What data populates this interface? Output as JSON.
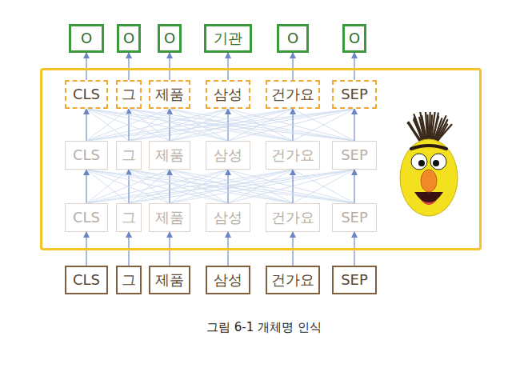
{
  "diagram": {
    "caption": "그림 6-1 개체명 인식",
    "nodes": [
      {
        "text": [
          "O"
        ]
      },
      {
        "text": [
          "O"
        ]
      },
      {
        "text": [
          "O"
        ]
      },
      {
        "text": [
          "기관"
        ]
      },
      {
        "text": [
          "O"
        ]
      },
      {
        "text": [
          "O"
        ]
      },
      {
        "text": []
      },
      {
        "text": [
          "CLS"
        ],
        "in": 6
      },
      {
        "text": [
          "그"
        ],
        "in": 6
      },
      {
        "text": [
          "제품"
        ],
        "in": 6
      },
      {
        "text": [
          "삼성"
        ],
        "in": 6
      },
      {
        "text": [
          "건가요"
        ],
        "in": 6
      },
      {
        "text": [
          "SEP"
        ],
        "in": 6
      },
      {
        "text": [
          "CLS"
        ],
        "in": 6
      },
      {
        "text": [
          "그"
        ],
        "in": 6
      },
      {
        "text": [
          "제품"
        ],
        "in": 6
      },
      {
        "text": [
          "삼성"
        ],
        "in": 6
      },
      {
        "text": [
          "건가요"
        ],
        "in": 6
      },
      {
        "text": [
          "SEP"
        ],
        "in": 6
      },
      {
        "text": [
          "CLS"
        ],
        "in": 6
      },
      {
        "text": [
          "그"
        ],
        "in": 6
      },
      {
        "text": [
          "제품"
        ],
        "in": 6
      },
      {
        "text": [
          "삼성"
        ],
        "in": 6
      },
      {
        "text": [
          "건가요"
        ],
        "in": 6
      },
      {
        "text": [
          "SEP"
        ],
        "in": 6
      },
      {
        "text": [
          "CLS"
        ]
      },
      {
        "text": [
          "그"
        ]
      },
      {
        "text": [
          "제품"
        ]
      },
      {
        "text": [
          "삼성"
        ]
      },
      {
        "text": [
          "건가요"
        ]
      },
      {
        "text": [
          "SEP"
        ]
      }
    ],
    "edges": [
      {
        "from": 25,
        "to": 19,
        "arrow": "to"
      },
      {
        "from": 26,
        "to": 20,
        "arrow": "to"
      },
      {
        "from": 27,
        "to": 21,
        "arrow": "to"
      },
      {
        "from": 28,
        "to": 22,
        "arrow": "to"
      },
      {
        "from": 29,
        "to": 23,
        "arrow": "to"
      },
      {
        "from": 30,
        "to": 24,
        "arrow": "to"
      },
      {
        "from": 19,
        "to": 13,
        "arrow": "to"
      },
      {
        "from": 19,
        "to": 14,
        "arrow": "none"
      },
      {
        "from": 19,
        "to": 15,
        "arrow": "none"
      },
      {
        "from": 19,
        "to": 16,
        "arrow": "none"
      },
      {
        "from": 19,
        "to": 17,
        "arrow": "none"
      },
      {
        "from": 19,
        "to": 18,
        "arrow": "none"
      },
      {
        "from": 20,
        "to": 13,
        "arrow": "none"
      },
      {
        "from": 20,
        "to": 14,
        "arrow": "to"
      },
      {
        "from": 20,
        "to": 15,
        "arrow": "none"
      },
      {
        "from": 20,
        "to": 16,
        "arrow": "none"
      },
      {
        "from": 20,
        "to": 17,
        "arrow": "none"
      },
      {
        "from": 20,
        "to": 18,
        "arrow": "none"
      },
      {
        "from": 21,
        "to": 13,
        "arrow": "none"
      },
      {
        "from": 21,
        "to": 14,
        "arrow": "none"
      },
      {
        "from": 21,
        "to": 15,
        "arrow": "to"
      },
      {
        "from": 21,
        "to": 16,
        "arrow": "none"
      },
      {
        "from": 21,
        "to": 17,
        "arrow": "none"
      },
      {
        "from": 21,
        "to": 18,
        "arrow": "none"
      },
      {
        "from": 22,
        "to": 13,
        "arrow": "none"
      },
      {
        "from": 22,
        "to": 14,
        "arrow": "none"
      },
      {
        "from": 22,
        "to": 15,
        "arrow": "none"
      },
      {
        "from": 22,
        "to": 16,
        "arrow": "to"
      },
      {
        "from": 22,
        "to": 17,
        "arrow": "none"
      },
      {
        "from": 22,
        "to": 18,
        "arrow": "none"
      },
      {
        "from": 23,
        "to": 13,
        "arrow": "none"
      },
      {
        "from": 23,
        "to": 14,
        "arrow": "none"
      },
      {
        "from": 23,
        "to": 15,
        "arrow": "none"
      },
      {
        "from": 23,
        "to": 16,
        "arrow": "none"
      },
      {
        "from": 23,
        "to": 17,
        "arrow": "to"
      },
      {
        "from": 23,
        "to": 18,
        "arrow": "none"
      },
      {
        "from": 24,
        "to": 13,
        "arrow": "none"
      },
      {
        "from": 24,
        "to": 14,
        "arrow": "none"
      },
      {
        "from": 24,
        "to": 15,
        "arrow": "none"
      },
      {
        "from": 24,
        "to": 16,
        "arrow": "none"
      },
      {
        "from": 24,
        "to": 17,
        "arrow": "none"
      },
      {
        "from": 24,
        "to": 18,
        "arrow": "to"
      },
      {
        "from": 13,
        "to": 7,
        "arrow": "to"
      },
      {
        "from": 13,
        "to": 8,
        "arrow": "none"
      },
      {
        "from": 13,
        "to": 9,
        "arrow": "none"
      },
      {
        "from": 13,
        "to": 10,
        "arrow": "none"
      },
      {
        "from": 13,
        "to": 11,
        "arrow": "none"
      },
      {
        "from": 13,
        "to": 12,
        "arrow": "none"
      },
      {
        "from": 14,
        "to": 7,
        "arrow": "none"
      },
      {
        "from": 14,
        "to": 8,
        "arrow": "to"
      },
      {
        "from": 14,
        "to": 9,
        "arrow": "none"
      },
      {
        "from": 14,
        "to": 10,
        "arrow": "none"
      },
      {
        "from": 14,
        "to": 11,
        "arrow": "none"
      },
      {
        "from": 14,
        "to": 12,
        "arrow": "none"
      },
      {
        "from": 15,
        "to": 7,
        "arrow": "none"
      },
      {
        "from": 15,
        "to": 8,
        "arrow": "none"
      },
      {
        "from": 15,
        "to": 9,
        "arrow": "to"
      },
      {
        "from": 15,
        "to": 10,
        "arrow": "none"
      },
      {
        "from": 15,
        "to": 11,
        "arrow": "none"
      },
      {
        "from": 15,
        "to": 12,
        "arrow": "none"
      },
      {
        "from": 16,
        "to": 7,
        "arrow": "none"
      },
      {
        "from": 16,
        "to": 8,
        "arrow": "none"
      },
      {
        "from": 16,
        "to": 9,
        "arrow": "none"
      },
      {
        "from": 16,
        "to": 10,
        "arrow": "to"
      },
      {
        "from": 16,
        "to": 11,
        "arrow": "none"
      },
      {
        "from": 16,
        "to": 12,
        "arrow": "none"
      },
      {
        "from": 17,
        "to": 7,
        "arrow": "none"
      },
      {
        "from": 17,
        "to": 8,
        "arrow": "none"
      },
      {
        "from": 17,
        "to": 9,
        "arrow": "none"
      },
      {
        "from": 17,
        "to": 10,
        "arrow": "none"
      },
      {
        "from": 17,
        "to": 11,
        "arrow": "to"
      },
      {
        "from": 17,
        "to": 12,
        "arrow": "none"
      },
      {
        "from": 18,
        "to": 7,
        "arrow": "none"
      },
      {
        "from": 18,
        "to": 8,
        "arrow": "none"
      },
      {
        "from": 18,
        "to": 9,
        "arrow": "none"
      },
      {
        "from": 18,
        "to": 10,
        "arrow": "none"
      },
      {
        "from": 18,
        "to": 11,
        "arrow": "none"
      },
      {
        "from": 18,
        "to": 12,
        "arrow": "to"
      },
      {
        "from": 7,
        "to": 0,
        "arrow": "to"
      },
      {
        "from": 8,
        "to": 1,
        "arrow": "to"
      },
      {
        "from": 9,
        "to": 2,
        "arrow": "to"
      },
      {
        "from": 10,
        "to": 3,
        "arrow": "to"
      },
      {
        "from": 11,
        "to": 4,
        "arrow": "to"
      },
      {
        "from": 12,
        "to": 5,
        "arrow": "to"
      }
    ]
  }
}
